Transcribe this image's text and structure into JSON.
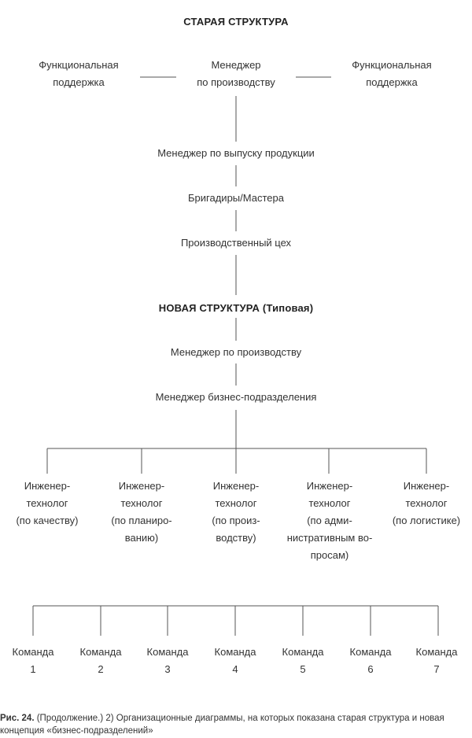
{
  "old_structure": {
    "title": "СТАРАЯ СТРУКТУРА",
    "left_support": "Функциональная\nподдержка",
    "production_manager": "Менеджер\nпо производству",
    "right_support": "Функциональная\nподдержка",
    "output_manager": "Менеджер по выпуску продукции",
    "foremen": "Бригадиры/Мастера",
    "workshop": "Производственный цех"
  },
  "new_structure": {
    "title": "НОВАЯ СТРУКТУРА (Типовая)",
    "production_manager": "Менеджер по производству",
    "business_unit_manager": "Менеджер бизнес-подразделения",
    "engineers": [
      "Инженер-\nтехнолог\n(по качеству)",
      "Инженер-\nтехнолог\n(по планиро-\nванию)",
      "Инженер-\nтехнолог\n(по произ-\nводству)",
      "Инженер-\nтехнолог\n(по адми-\nнистративным во-\nпросам)",
      "Инженер-\nтехнолог\n(по логистике)"
    ],
    "teams": [
      "Команда\n1",
      "Команда\n2",
      "Команда\n3",
      "Команда\n4",
      "Команда\n5",
      "Команда\n6",
      "Команда\n7"
    ]
  },
  "caption": {
    "label": "Рис. 24.",
    "text": " (Продолжение.) 2) Организационные диаграммы, на которых показана старая структура и новая концепция «бизнес-подразделений»"
  }
}
